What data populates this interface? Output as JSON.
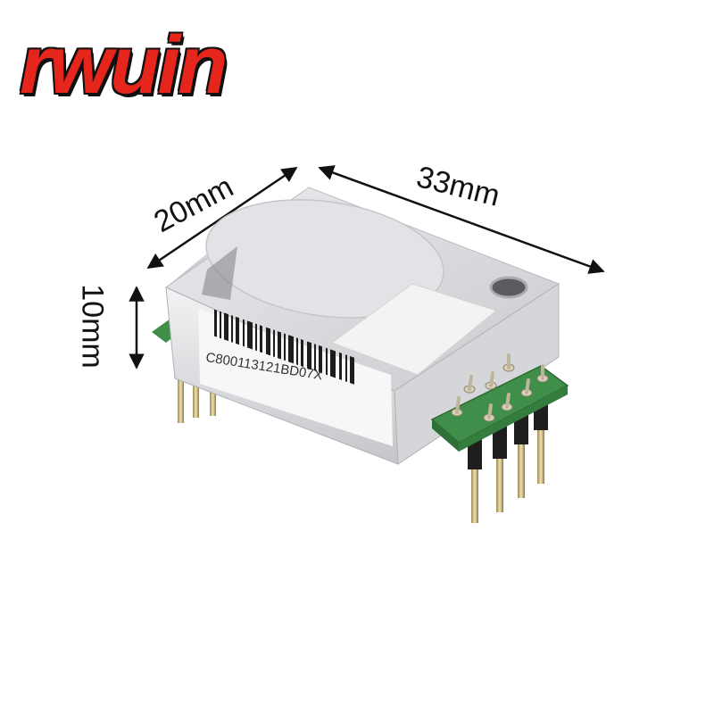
{
  "brand": {
    "name": "rwuin",
    "color": "#e6251d"
  },
  "dimensions": {
    "length_label": "33mm",
    "width_label": "20mm",
    "height_label": "10mm"
  },
  "product": {
    "serial_label": "C800113121BD07X",
    "housing_color": "#d8d9dc",
    "pcb_color": "#3f8f4a"
  }
}
